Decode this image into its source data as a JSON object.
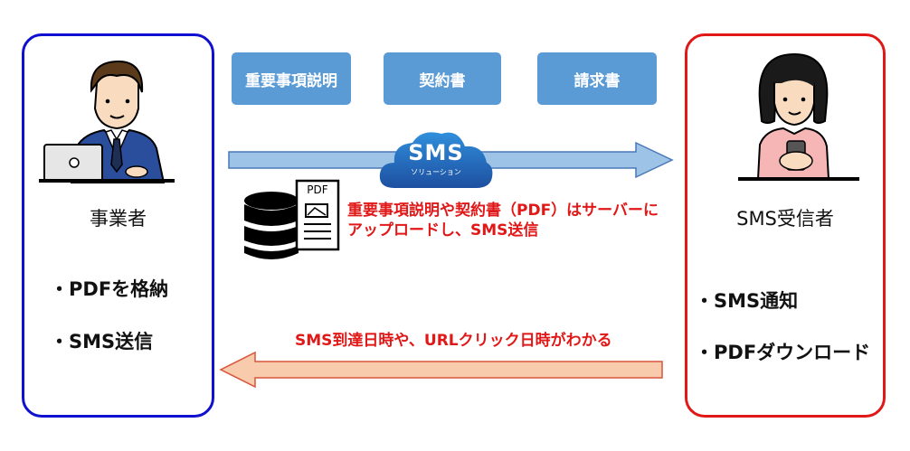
{
  "business": {
    "title": "事業者",
    "bullets": [
      "・PDFを格納",
      "・SMS送信"
    ]
  },
  "recipient": {
    "title": "SMS受信者",
    "bullets": [
      "・SMS通知",
      "・PDFダウンロード"
    ]
  },
  "documents": [
    "重要事項説明",
    "契約書",
    "請求書"
  ],
  "cloud": {
    "logo": "SMS",
    "sub": "ソリューション"
  },
  "server_note": {
    "line1": "重要事項説明や契約書（PDF）はサーバーに",
    "line2": "アップロードし、SMS送信"
  },
  "pdf_icon_label": "PDF",
  "return_note": "SMS到達日時や、URLクリック日時がわかる",
  "colors": {
    "business_border": "#1010d0",
    "recipient_border": "#e01818",
    "doc_box": "#5b9bd5",
    "note_text": "#e01818",
    "forward_arrow": "#9dc3e6",
    "return_arrow": "#f8cbad"
  }
}
